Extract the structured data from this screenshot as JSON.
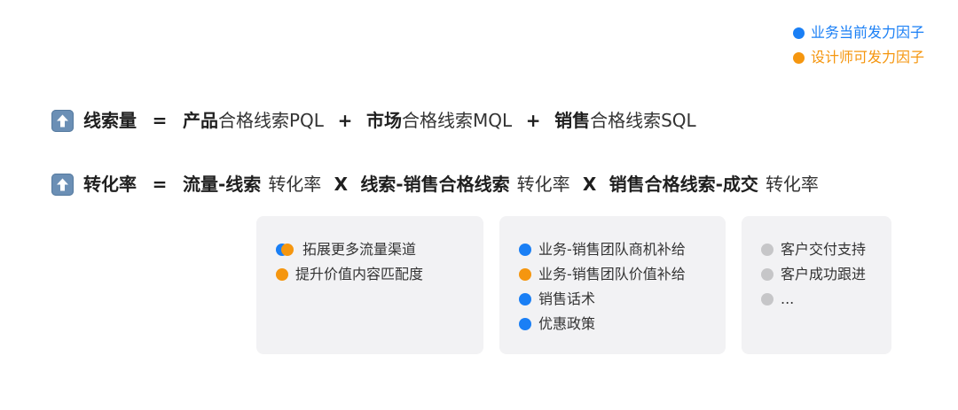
{
  "colors": {
    "business": "#1a7ff5",
    "designer": "#f5960f",
    "neutral": "#c6c6c8",
    "text": "#1f1f1f",
    "card_bg": "#f2f2f4",
    "arrow_box": "#6b8fb5"
  },
  "legend": {
    "items": [
      {
        "label": "业务当前发力因子",
        "color": "#1a7ff5",
        "text_color": "#1a7ff5"
      },
      {
        "label": "设计师可发力因子",
        "color": "#f5960f",
        "text_color": "#f5960f"
      }
    ]
  },
  "icons": {
    "up_arrow": "up-arrow-icon"
  },
  "formula1": {
    "lhs": "线索量",
    "eq": "=",
    "terms": [
      {
        "bold": "产品",
        "normal": "合格线索PQL"
      },
      {
        "bold": "市场",
        "normal": "合格线索MQL"
      },
      {
        "bold": "销售",
        "normal": "合格线索SQL"
      }
    ],
    "op": "+"
  },
  "formula2": {
    "lhs": "转化率",
    "eq": "=",
    "terms": [
      {
        "bold": "流量-线索",
        "normal": "转化率"
      },
      {
        "bold": "线索-销售合格线索",
        "normal": "转化率"
      },
      {
        "bold": "销售合格线索-成交",
        "normal": "转化率"
      }
    ],
    "op": "X"
  },
  "cards": [
    {
      "items": [
        {
          "label": "拓展更多流量渠道",
          "type": "both"
        },
        {
          "label": "提升价值内容匹配度",
          "type": "designer"
        }
      ]
    },
    {
      "items": [
        {
          "label": "业务-销售团队商机补给",
          "type": "business"
        },
        {
          "label": "业务-销售团队价值补给",
          "type": "designer"
        },
        {
          "label": "销售话术",
          "type": "business"
        },
        {
          "label": "优惠政策",
          "type": "business"
        }
      ]
    },
    {
      "items": [
        {
          "label": "客户交付支持",
          "type": "neutral"
        },
        {
          "label": "客户成功跟进",
          "type": "neutral"
        },
        {
          "label": "...",
          "type": "neutral"
        }
      ]
    }
  ]
}
